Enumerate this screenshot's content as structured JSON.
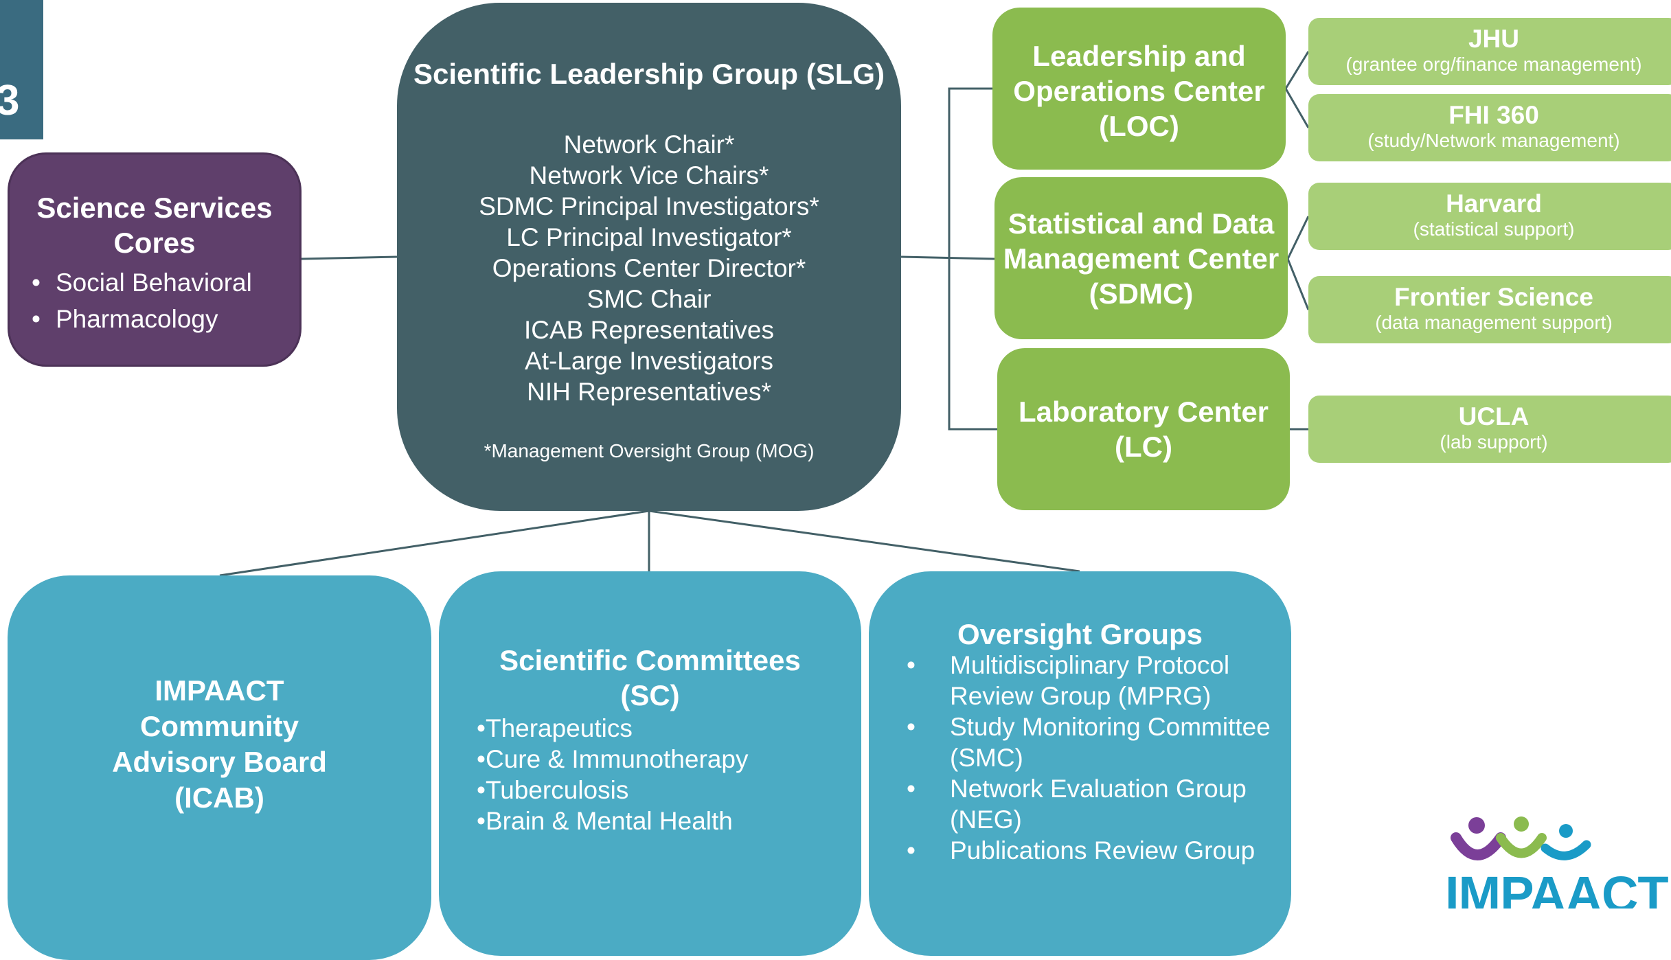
{
  "corner_tab": {
    "glyph": "3"
  },
  "science_services": {
    "title": "Science Services Cores",
    "items": [
      "Social Behavioral",
      "Pharmacology"
    ]
  },
  "slg": {
    "title": "Scientific Leadership Group (SLG)",
    "members": [
      "Network Chair*",
      "Network Vice Chairs*",
      "SDMC Principal Investigators*",
      "LC Principal Investigator*",
      "Operations Center Director*",
      "SMC Chair",
      "ICAB Representatives",
      "At-Large Investigators",
      "NIH Representatives*"
    ],
    "note": "*Management Oversight Group (MOG)"
  },
  "centers": {
    "loc": "Leadership and Operations Center (LOC)",
    "sdmc": "Statistical and Data Management Center (SDMC)",
    "lc": "Laboratory Center (LC)"
  },
  "partners": {
    "jhu": {
      "name": "JHU",
      "desc": "(grantee org/finance management)"
    },
    "fhi": {
      "name": "FHI 360",
      "desc": "(study/Network management)"
    },
    "harvard": {
      "name": "Harvard",
      "desc": "(statistical support)"
    },
    "frontier": {
      "name": "Frontier Science",
      "desc": "(data management support)"
    },
    "ucla": {
      "name": "UCLA",
      "desc": "(lab support)"
    }
  },
  "icab": {
    "title": "IMPAACT Community Advisory Board (ICAB)"
  },
  "scientific_committees": {
    "title": "Scientific Committees (SC)",
    "items": [
      "Therapeutics",
      "Cure & Immunotherapy",
      "Tuberculosis",
      "Brain & Mental Health"
    ]
  },
  "oversight_groups": {
    "title": "Oversight Groups",
    "items": [
      "Multidisciplinary Protocol Review Group (MPRG)",
      "Study Monitoring Committee (SMC)",
      "Network Evaluation Group (NEG)",
      "Publications Review Group"
    ]
  },
  "logo": {
    "text": "IMPAACT"
  },
  "colors": {
    "slg": "#436067",
    "science_services": "#5f3f6b",
    "center_green": "#8bbb4f",
    "partner_green": "#a8cf78",
    "blue": "#4babc4",
    "lines": "#436067"
  }
}
